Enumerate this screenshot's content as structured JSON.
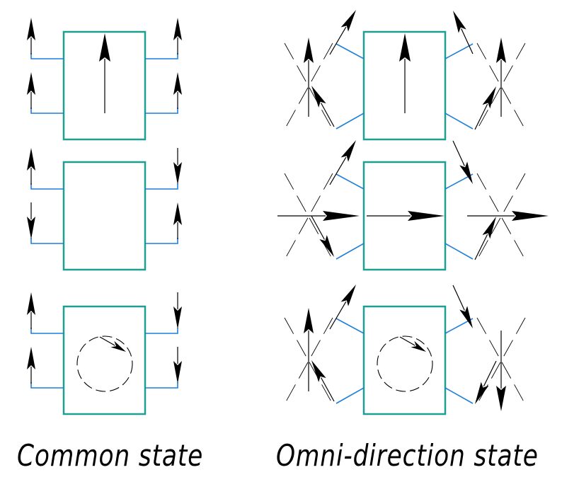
{
  "captions": {
    "common": "Common state",
    "omni": "Omni-direction state"
  },
  "colors": {
    "body": "#1f9e93",
    "wheel_link": "#1e7fd8",
    "arrow": "#000000",
    "axis": "#000000",
    "background": "#ffffff"
  },
  "states": {
    "common": [
      {
        "motion": "forward",
        "wheels": [
          "up",
          "up",
          "up",
          "up"
        ]
      },
      {
        "motion": "none",
        "wheels": [
          "up",
          "down",
          "down",
          "up"
        ]
      },
      {
        "motion": "rotation",
        "wheels": [
          "up",
          "up",
          "down",
          "down"
        ]
      }
    ],
    "omni": [
      {
        "motion": "forward"
      },
      {
        "motion": "lateral"
      },
      {
        "motion": "rotation"
      }
    ]
  }
}
